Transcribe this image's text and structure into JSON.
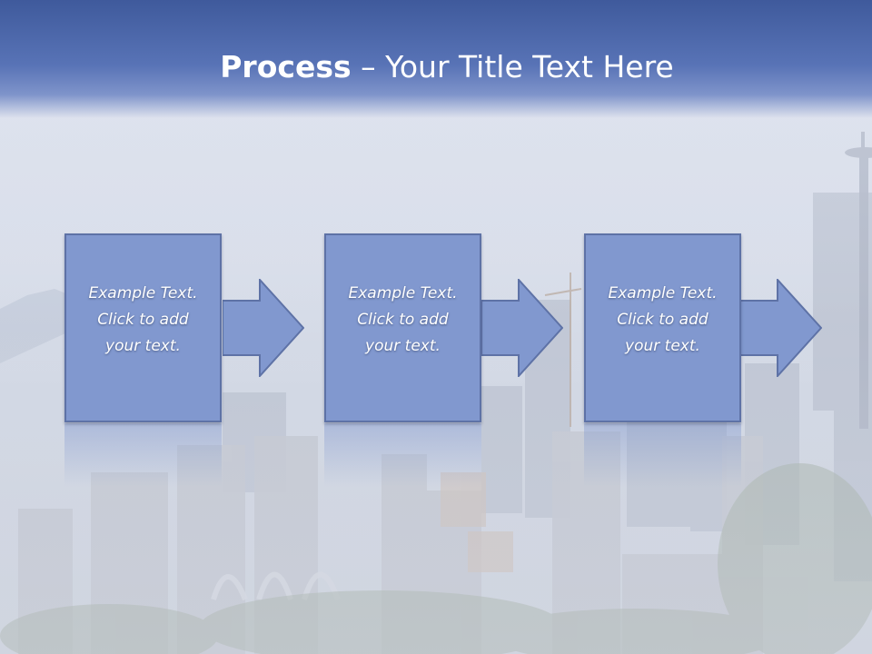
{
  "title": {
    "bold": "Process",
    "dash": " – ",
    "rest": "Your Title Text Here"
  },
  "steps": [
    {
      "text": "Example Text.\nClick  to add\nyour text."
    },
    {
      "text": "Example Text.\nClick  to add\nyour text."
    },
    {
      "text": "Example Text.\nClick  to add\nyour text."
    }
  ],
  "colors": {
    "title_bar": "#4a66a8",
    "box_fill": "#8198cf",
    "box_border": "#5e72a6",
    "arrow_fill": "#8198cf"
  }
}
